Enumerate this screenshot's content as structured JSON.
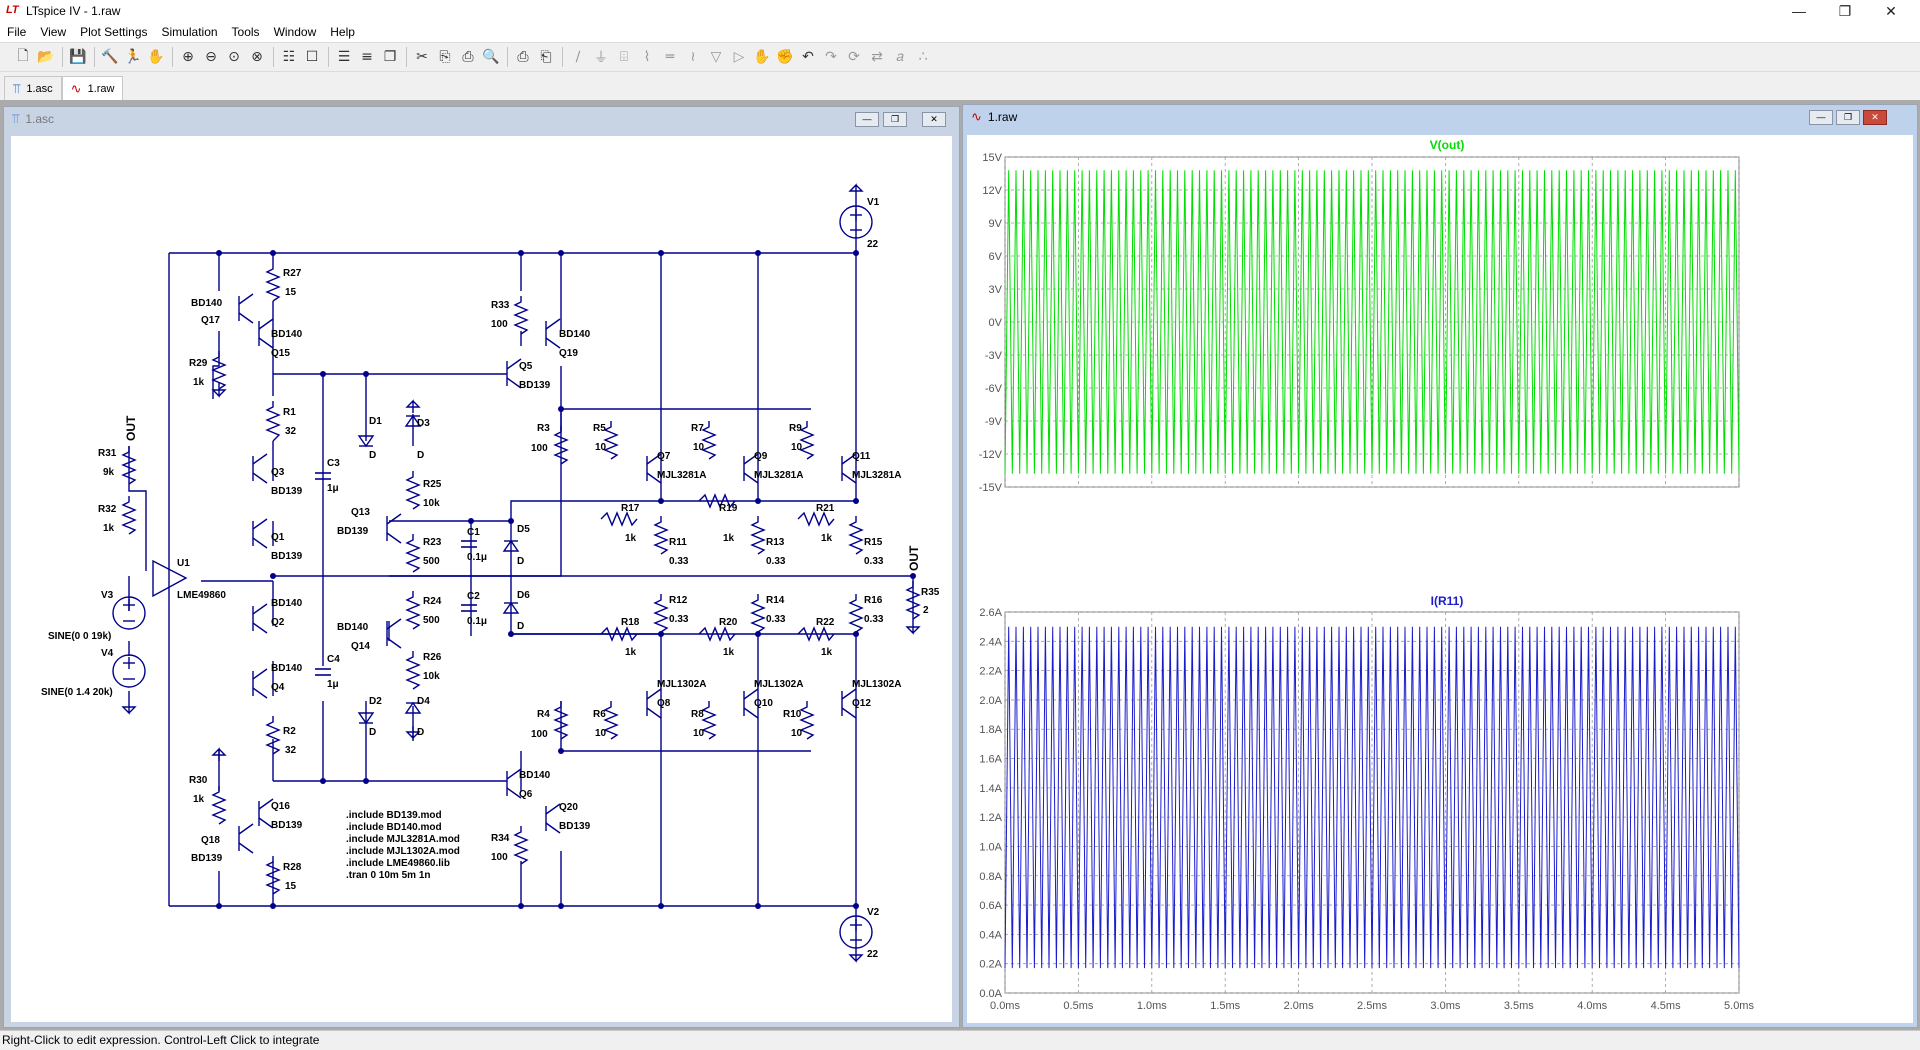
{
  "app": {
    "window_title": "LTspice IV - 1.raw",
    "logo": "LT"
  },
  "window_controls": {
    "minimize": "—",
    "maximize": "❐",
    "close": "✕"
  },
  "menu": [
    "File",
    "View",
    "Plot Settings",
    "Simulation",
    "Tools",
    "Window",
    "Help"
  ],
  "toolbar_icons": [
    "new-schematic-icon",
    "open-icon",
    "save-icon",
    "control-panel-icon",
    "run-icon",
    "halt-icon",
    "zoom-in-icon",
    "zoom-out-icon",
    "zoom-fit-icon",
    "zoom-cancel-icon",
    "autorange-icon",
    "zoom-full-icon",
    "tile-horizontal-icon",
    "tile-vertical-icon",
    "cascade-icon",
    "cut-icon",
    "copy-icon",
    "paste-icon",
    "find-icon",
    "print-preview-icon",
    "print-icon",
    "wire-icon",
    "ground-icon",
    "label-icon",
    "resistor-icon",
    "capacitor-icon",
    "inductor-icon",
    "diode-icon",
    "component-icon",
    "move-icon",
    "drag-icon",
    "undo-icon",
    "redo-icon",
    "rotate-icon",
    "mirror-icon",
    "text-icon",
    "spice-directive-icon"
  ],
  "tabs": [
    {
      "label": "1.asc",
      "icon": "schematic-icon"
    },
    {
      "label": "1.raw",
      "icon": "waveform-icon"
    }
  ],
  "schematic": {
    "title": "1.asc",
    "directives": [
      ".include BD139.mod",
      ".include BD140.mod",
      ".include MJL3281A.mod",
      ".include MJL1302A.mod",
      ".include LME49860.lib",
      ".tran 0 10m 5m 1n"
    ],
    "labels": {
      "V1": "V1",
      "V1_val": "22",
      "V2": "V2",
      "V2_val": "22",
      "V3": "V3",
      "V3_val": "SINE(0 0 19k)",
      "V4": "V4",
      "V4_val": "SINE(0 1.4 20k)",
      "U1": "U1",
      "U1_val": "LME49860",
      "R27": "R27",
      "R27_val": "15",
      "R28": "R28",
      "R28_val": "15",
      "R29": "R29",
      "R29_val": "1k",
      "R30": "R30",
      "R30_val": "1k",
      "R31": "R31",
      "R31_val": "9k",
      "R32": "R32",
      "R32_val": "1k",
      "R33": "R33",
      "R33_val": "100",
      "R34": "R34",
      "R34_val": "100",
      "R1": "R1",
      "R1_val": "32",
      "R2": "R2",
      "R2_val": "32",
      "R3": "R3",
      "R3_val": "100",
      "R4": "R4",
      "R4_val": "100",
      "R5": "R5",
      "R5_val": "10",
      "R6": "R6",
      "R6_val": "10",
      "R7": "R7",
      "R7_val": "10",
      "R8": "R8",
      "R8_val": "10",
      "R9": "R9",
      "R9_val": "10",
      "R10": "R10",
      "R10_val": "10",
      "R11": "R11",
      "R11_val": "0.33",
      "R12": "R12",
      "R12_val": "0.33",
      "R13": "R13",
      "R13_val": "0.33",
      "R14": "R14",
      "R14_val": "0.33",
      "R15": "R15",
      "R15_val": "0.33",
      "R16": "R16",
      "R16_val": "0.33",
      "R17": "R17",
      "R17_val": "1k",
      "R18": "R18",
      "R18_val": "1k",
      "R19": "R19",
      "R19_val": "1k",
      "R20": "R20",
      "R20_val": "1k",
      "R21": "R21",
      "R21_val": "1k",
      "R22": "R22",
      "R22_val": "1k",
      "R23": "R23",
      "R23_val": "500",
      "R24": "R24",
      "R24_val": "500",
      "R25": "R25",
      "R25_val": "10k",
      "R26": "R26",
      "R26_val": "10k",
      "R35": "R35",
      "R35_val": "2",
      "C1": "C1",
      "C1_val": "0.1μ",
      "C2": "C2",
      "C2_val": "0.1μ",
      "C3": "C3",
      "C3_val": "1μ",
      "C4": "C4",
      "C4_val": "1μ",
      "D1": "D1",
      "D2": "D2",
      "D3": "D3",
      "D4": "D4",
      "D5": "D5",
      "D6": "D6",
      "D_val": "D",
      "Q1": "Q1",
      "Q2": "Q2",
      "Q3": "Q3",
      "Q4": "Q4",
      "Q5": "Q5",
      "Q6": "Q6",
      "Q7": "Q7",
      "Q8": "Q8",
      "Q9": "Q9",
      "Q10": "Q10",
      "Q11": "Q11",
      "Q12": "Q12",
      "Q13": "Q13",
      "Q14": "Q14",
      "Q15": "Q15",
      "Q16": "Q16",
      "Q17": "Q17",
      "Q18": "Q18",
      "Q19": "Q19",
      "Q20": "Q20",
      "BD139": "BD139",
      "BD140": "BD140",
      "MJL3281A": "MJL3281A",
      "MJL1302A": "MJL1302A",
      "OUT": "OUT"
    }
  },
  "waveform_window": {
    "title": "1.raw"
  },
  "chart_data": [
    {
      "type": "line",
      "title": "V(out)",
      "color": "#00dd00",
      "x_ticks": [],
      "y_ticks": [
        "15V",
        "12V",
        "9V",
        "6V",
        "3V",
        "0V",
        "-3V",
        "-6V",
        "-9V",
        "-12V",
        "-15V"
      ],
      "ylim": [
        -15,
        15
      ],
      "xlim_ms": [
        0,
        5
      ],
      "series": [
        {
          "name": "V(out)",
          "frequency_khz": 20,
          "amplitude": 13.8,
          "offset": 0
        }
      ]
    },
    {
      "type": "line",
      "title": "I(R11)",
      "color": "#1c1ccd",
      "x_ticks": [
        "0.0ms",
        "0.5ms",
        "1.0ms",
        "1.5ms",
        "2.0ms",
        "2.5ms",
        "3.0ms",
        "3.5ms",
        "4.0ms",
        "4.5ms",
        "5.0ms"
      ],
      "y_ticks": [
        "2.6A",
        "2.4A",
        "2.2A",
        "2.0A",
        "1.8A",
        "1.6A",
        "1.4A",
        "1.2A",
        "1.0A",
        "0.8A",
        "0.6A",
        "0.4A",
        "0.2A",
        "0.0A"
      ],
      "ylim": [
        0,
        2.6
      ],
      "xlim_ms": [
        0,
        5
      ],
      "series": [
        {
          "name": "I(R11)",
          "frequency_khz": 20,
          "min": 0.17,
          "max": 2.5
        }
      ]
    }
  ],
  "status": "Right-Click to edit expression. Control-Left Click to integrate"
}
